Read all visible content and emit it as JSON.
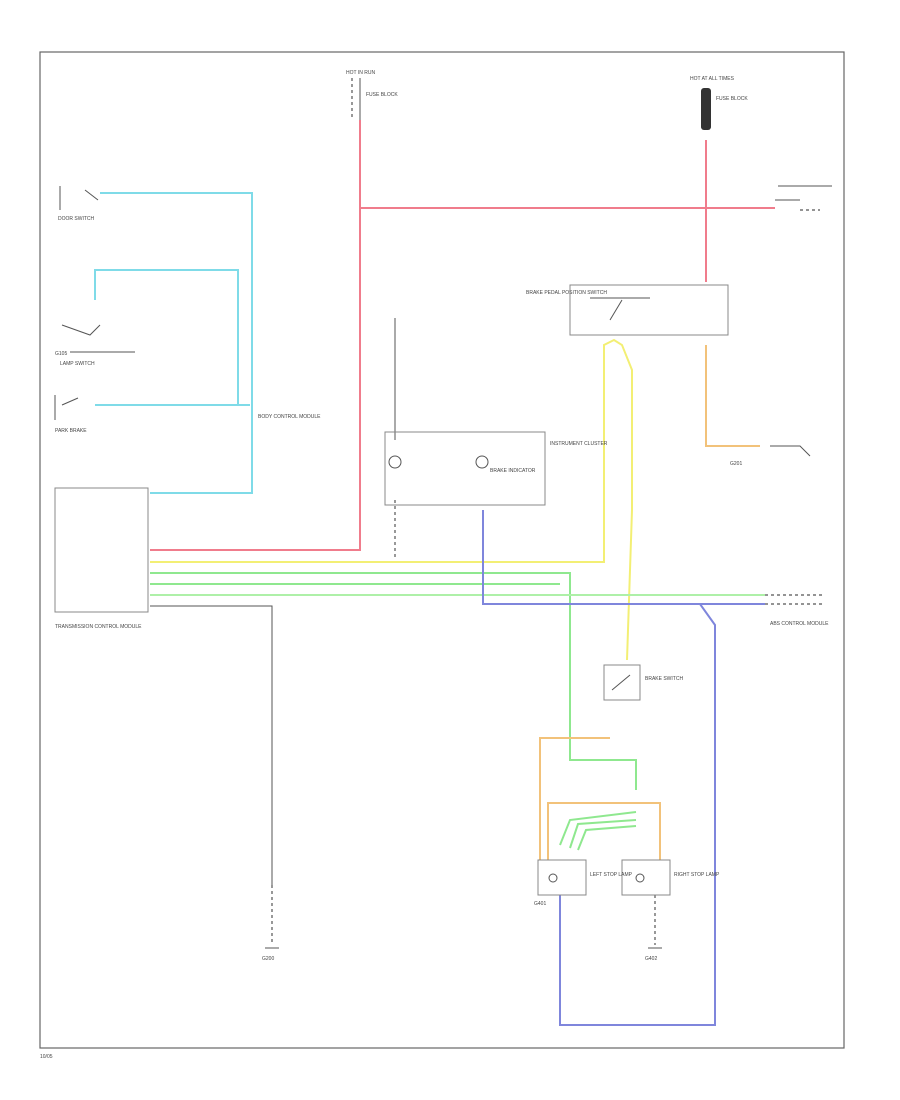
{
  "footer": {
    "code": "10/05"
  },
  "colors": {
    "red": "#f07c8c",
    "cyan": "#7fdbe8",
    "yellow": "#f3ef74",
    "green": "#8fe88f",
    "light_green": "#aef0a8",
    "orange": "#f2c27a",
    "blue": "#7f86dc"
  },
  "labels": {
    "fuse_top": "HOT IN RUN",
    "fuse_top_sub": "FUSE BLOCK",
    "fuse_right": "HOT AT ALL TIMES",
    "fuse_right_sub": "FUSE BLOCK",
    "door_switch": "DOOR SWITCH",
    "lamp_switch": "LAMP SWITCH",
    "park_brake": "PARK BRAKE",
    "body_control": "BODY CONTROL MODULE",
    "ground_brake": "G105",
    "instrument_cluster": "INSTRUMENT CLUSTER",
    "brake_indicator": "BRAKE INDICATOR",
    "brake_switch": "BRAKE SWITCH",
    "transmission_module": "TRANSMISSION CONTROL MODULE",
    "lamp_left": "LEFT STOP LAMP",
    "lamp_right": "RIGHT STOP LAMP",
    "ground_left": "G401",
    "ground_right": "G402",
    "ground_module": "G200",
    "ground_dash": "G201",
    "abs_module": "ABS CONTROL MODULE",
    "brake_pedal_switch": "BRAKE PEDAL POSITION SWITCH"
  }
}
